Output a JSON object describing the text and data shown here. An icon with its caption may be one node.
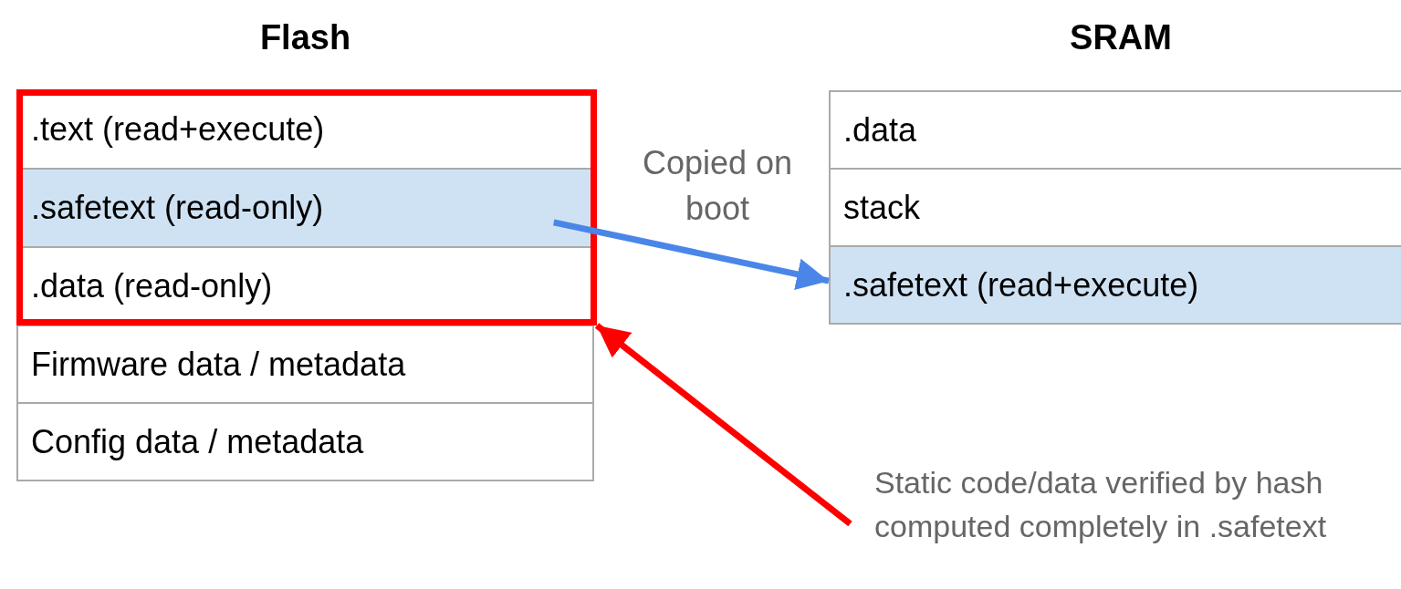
{
  "diagram": {
    "nodes": [
      {
        "text": [
          "Flash"
        ]
      },
      {
        "text": [],
        "shape": "box",
        "in": 0
      },
      {
        "text": [
          ".text (read+execute)"
        ],
        "in": 1
      },
      {
        "text": [
          ".safetext (read-only)"
        ],
        "in": 1
      },
      {
        "text": [
          ".data (read-only)"
        ],
        "in": 1
      },
      {
        "text": [
          "Firmware data / metadata"
        ],
        "in": 0
      },
      {
        "text": [
          "Config data / metadata"
        ],
        "in": 0
      },
      {
        "text": [
          "SRAM"
        ]
      },
      {
        "text": [
          ".data"
        ],
        "in": 7
      },
      {
        "text": [
          "stack"
        ],
        "in": 7
      },
      {
        "text": [
          ".safetext (read+execute)"
        ],
        "in": 7
      },
      {
        "text": [
          "Static code/data verified by hash computed completely in .safetext"
        ]
      }
    ],
    "edges": [
      {
        "from": 3,
        "to": 10,
        "arrow": "to",
        "label": "Copied on boot",
        "color": "#4a86e8"
      },
      {
        "from": 11,
        "to": 1,
        "arrow": "to",
        "color": "#ff0000"
      }
    ]
  }
}
